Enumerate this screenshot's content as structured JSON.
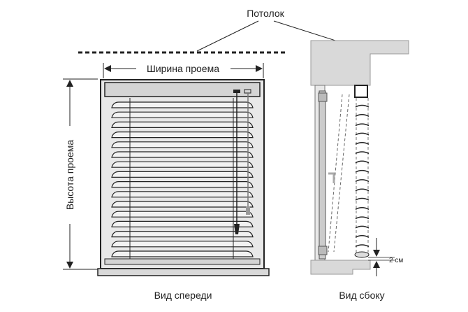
{
  "labels": {
    "ceiling": "Потолок",
    "width": "Ширина проема",
    "height": "Высота проема",
    "front_view": "Вид спереди",
    "side_view": "Вид сбоку",
    "gap": "2 см"
  },
  "colors": {
    "line": "#222222",
    "fill": "#d9d9d9",
    "slat": "#e6e6e6"
  },
  "slat_count": 16
}
